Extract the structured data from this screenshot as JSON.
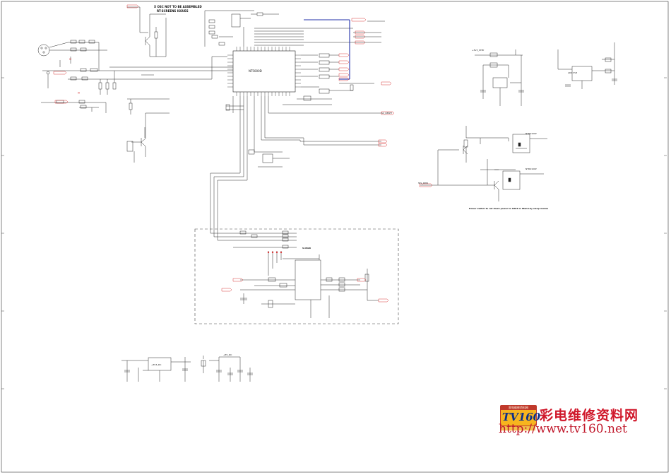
{
  "header": {
    "note_line1": "X OSC NOT TO BE ASSEMBLED",
    "note_line2": "RT-SCREENS ISSUES"
  },
  "ic": {
    "main_mcu": "NT5000D",
    "vreg_top": "LDO 3V3",
    "pwr_switch_1": "NTR4101P",
    "pwr_switch_2": "NTR4101P",
    "ups_block": "V-CB20"
  },
  "nets": {
    "supply_a": "+3V3_DC",
    "supply_b": "+5V_DC",
    "reset_net": "SC_RESET",
    "standby_net": "+3V3_STBY",
    "power_ctrl": "SEL_PWR"
  },
  "notes": {
    "power_note": "Power switch to cut down power to U203 in Stand-by sleep modes"
  },
  "watermark": {
    "badge_top": "家电维修资料网",
    "badge_main": "TV160",
    "cn_text": "彩电维修资料网",
    "url": "http://www.tv160.net"
  }
}
